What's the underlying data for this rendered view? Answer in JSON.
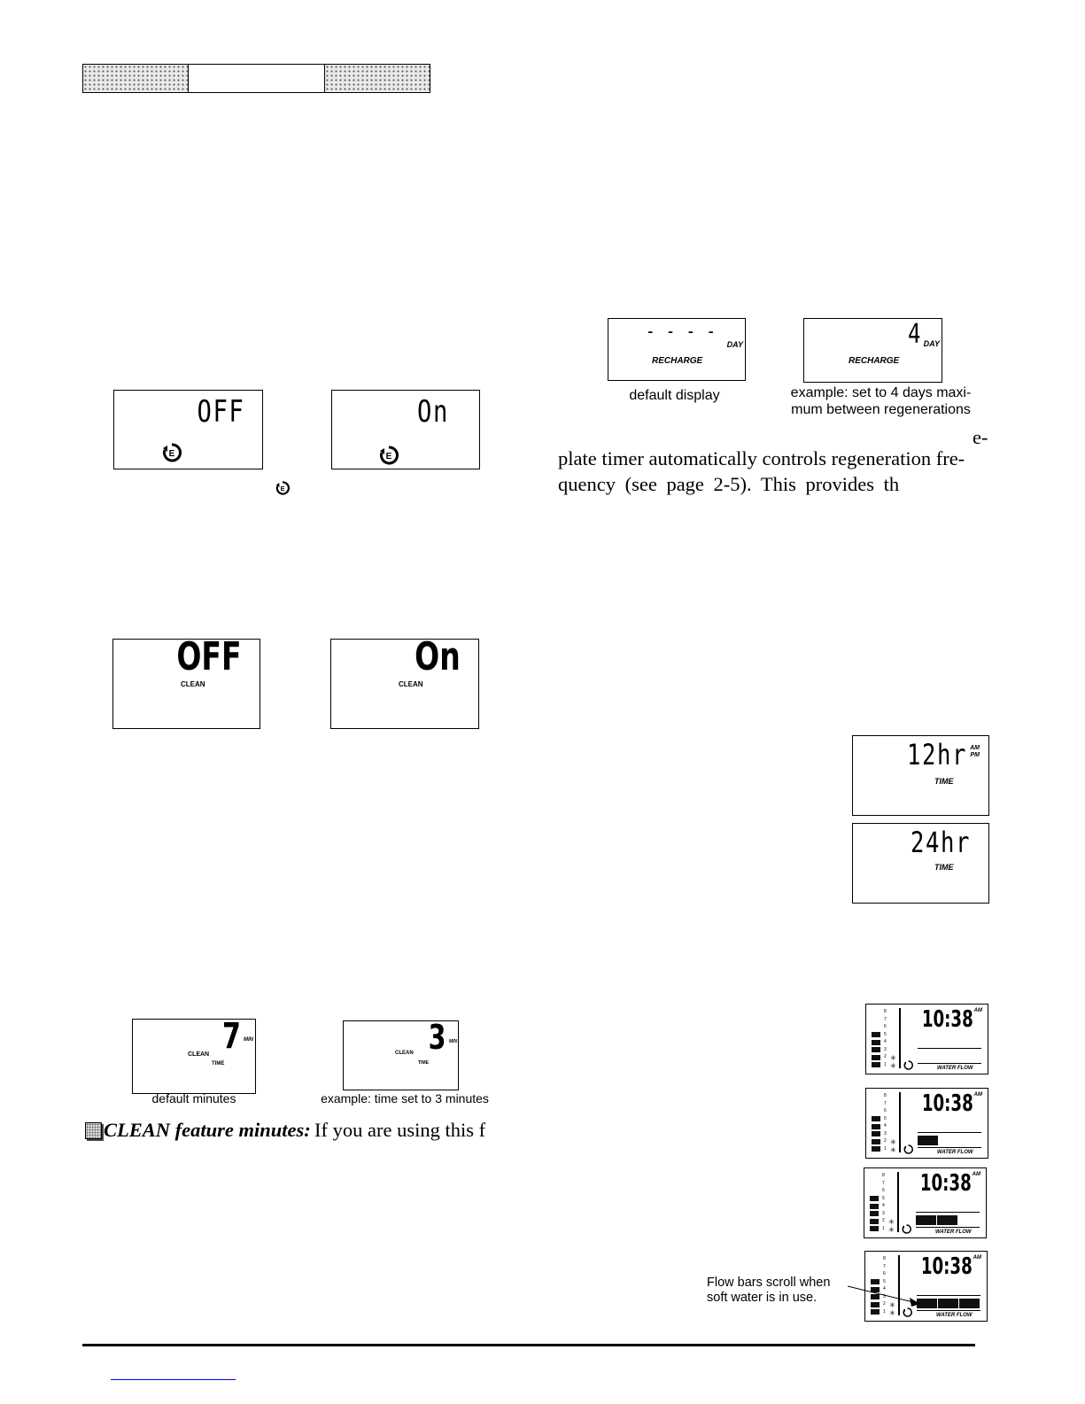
{
  "recharge": {
    "default_value": "- - - -",
    "set_value": "4",
    "day_label": "DAY",
    "recharge_label": "RECHARGE",
    "caption_default": "default display",
    "caption_example": "example: set to 4 days maxi-\nmum between regenerations"
  },
  "body_text": {
    "line1_fragment": "e-",
    "line2": "plate timer automatically controls regeneration fre-",
    "line3": "quency (see page 2-5). This provides th"
  },
  "efficiency": {
    "off_value": "OFF",
    "on_value": "On"
  },
  "clean": {
    "off_value": "OFF",
    "on_value": "On",
    "label": "CLEAN"
  },
  "clean_minutes": {
    "default_value": "7",
    "set_value": "3",
    "min_label": "MIN",
    "clean_label": "CLEAN",
    "time_label": "TIME",
    "caption_default": "default minutes",
    "caption_example": "example: time set to 3 minutes",
    "heading": "CLEAN feature minutes:",
    "text": "If you are using this f"
  },
  "clock_format": {
    "value_12": "12hr",
    "value_24": "24hr",
    "am_label": "AM",
    "pm_label": "PM",
    "time_label": "TIME"
  },
  "water_flow": {
    "time": "10:38",
    "am_label": "AM",
    "label": "WATER FLOW",
    "scale": [
      "8",
      "7",
      "6",
      "5",
      "4",
      "3",
      "2",
      "1"
    ],
    "bars_per_panel": [
      0,
      1,
      2,
      3
    ],
    "note": "Flow bars scroll when\nsoft water is in use."
  }
}
